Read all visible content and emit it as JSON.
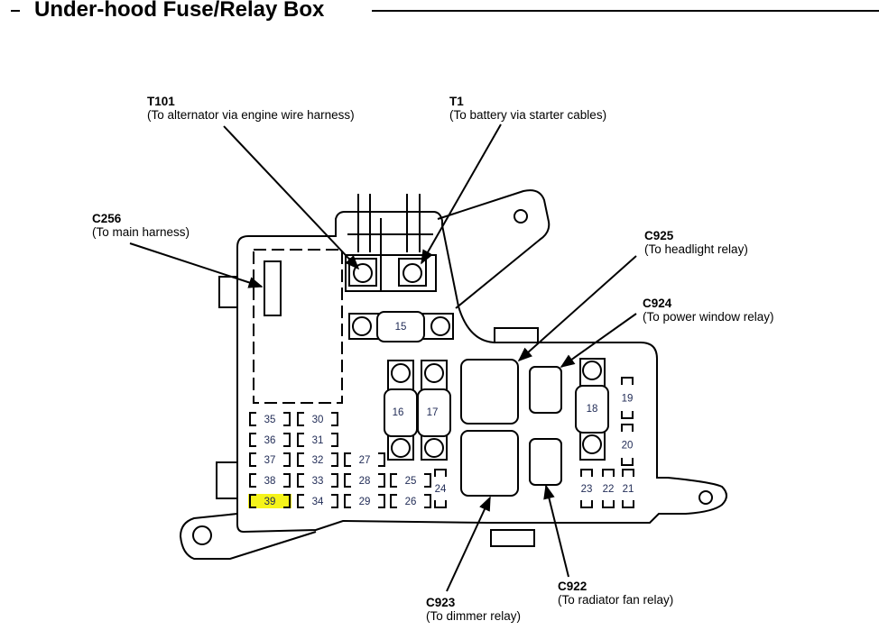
{
  "header": {
    "title": "Under-hood Fuse/Relay Box"
  },
  "callouts": {
    "t101": {
      "code": "T101",
      "desc": "(To alternator via engine wire harness)"
    },
    "t1": {
      "code": "T1",
      "desc": "(To battery via starter cables)"
    },
    "c256": {
      "code": "C256",
      "desc": "(To main harness)"
    },
    "c925": {
      "code": "C925",
      "desc": "(To headlight relay)"
    },
    "c924": {
      "code": "C924",
      "desc": "(To power window relay)"
    },
    "c923": {
      "code": "C923",
      "desc": "(To dimmer relay)"
    },
    "c922": {
      "code": "C922",
      "desc": "(To radiator fan relay)"
    }
  },
  "fuses": {
    "large": [
      "15",
      "16",
      "17",
      "18"
    ],
    "small": [
      "19",
      "20",
      "21",
      "22",
      "23",
      "24",
      "25",
      "26",
      "27",
      "28",
      "29",
      "30",
      "31",
      "32",
      "33",
      "34",
      "35",
      "36",
      "37",
      "38",
      "39"
    ],
    "highlighted": "39",
    "highlight_color": "#f5f31a"
  },
  "colors": {
    "line": "#000000",
    "fuse_number": "#1f2a55"
  }
}
